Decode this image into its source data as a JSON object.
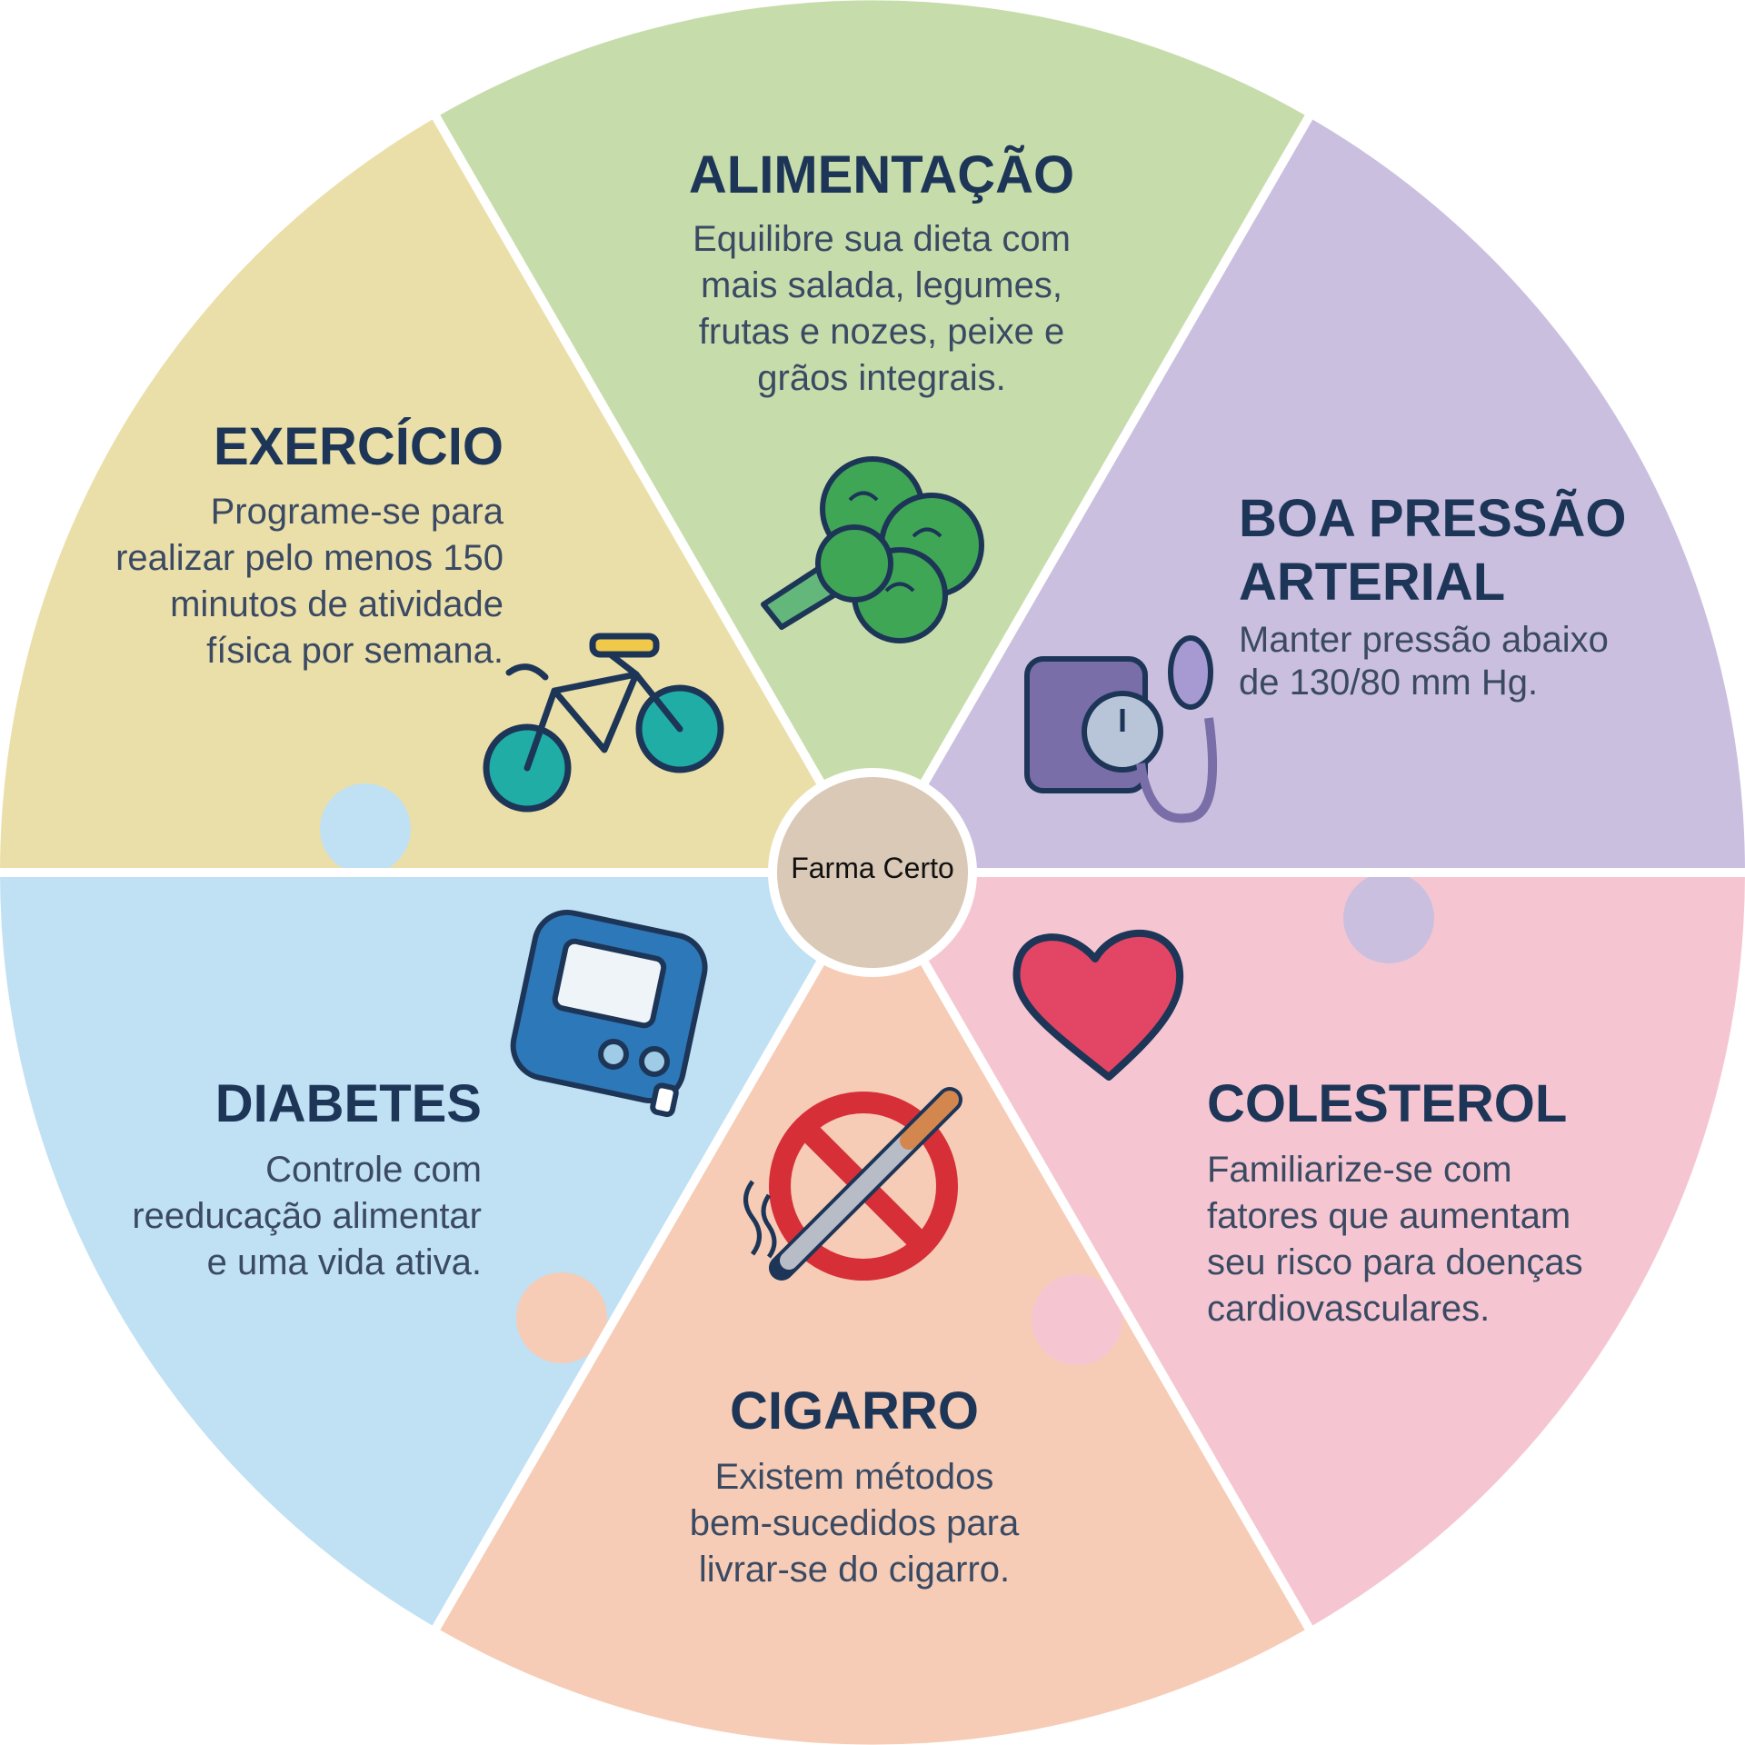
{
  "center": {
    "label": "Farma Certo"
  },
  "segments": {
    "alimentacao": {
      "title": "ALIMENTAÇÃO",
      "lines": [
        "Equilibre sua dieta com",
        "mais salada, legumes,",
        "frutas e nozes, peixe e",
        "grãos integrais."
      ],
      "color": "#c6ddab",
      "icon": "broccoli-icon"
    },
    "pressao": {
      "title_lines": [
        "BOA PRESSÃO",
        "ARTERIAL"
      ],
      "lines": [
        "Manter pressão abaixo",
        "de 130/80 mm Hg."
      ],
      "color": "#cbbfdf",
      "icon": "blood-pressure-monitor-icon"
    },
    "colesterol": {
      "title": "COLESTEROL",
      "lines": [
        "Familiarize-se com",
        "fatores que aumentam",
        "seu risco para doenças",
        "cardiovasculares."
      ],
      "color": "#f5c6d1",
      "icon": "heart-icon"
    },
    "cigarro": {
      "title": "CIGARRO",
      "lines": [
        "Existem métodos",
        "bem-sucedidos para",
        "livrar-se do cigarro."
      ],
      "color": "#f6ccb6",
      "icon": "no-smoking-icon"
    },
    "diabetes": {
      "title": "DIABETES",
      "lines": [
        "Controle com",
        "reeducação alimentar",
        "e uma vida ativa."
      ],
      "color": "#c0e0f3",
      "icon": "glucose-meter-icon"
    },
    "exercicio": {
      "title": "EXERCÍCIO",
      "lines": [
        "Programe-se para",
        "realizar pelo menos 150",
        "minutos de atividade",
        "física por semana."
      ],
      "color": "#ebdfa9",
      "icon": "bicycle-icon"
    }
  },
  "colors": {
    "text_dark": "#1d3557",
    "text_body": "#3b4a63",
    "hub": "#d9c9b6",
    "separator": "#ffffff"
  }
}
